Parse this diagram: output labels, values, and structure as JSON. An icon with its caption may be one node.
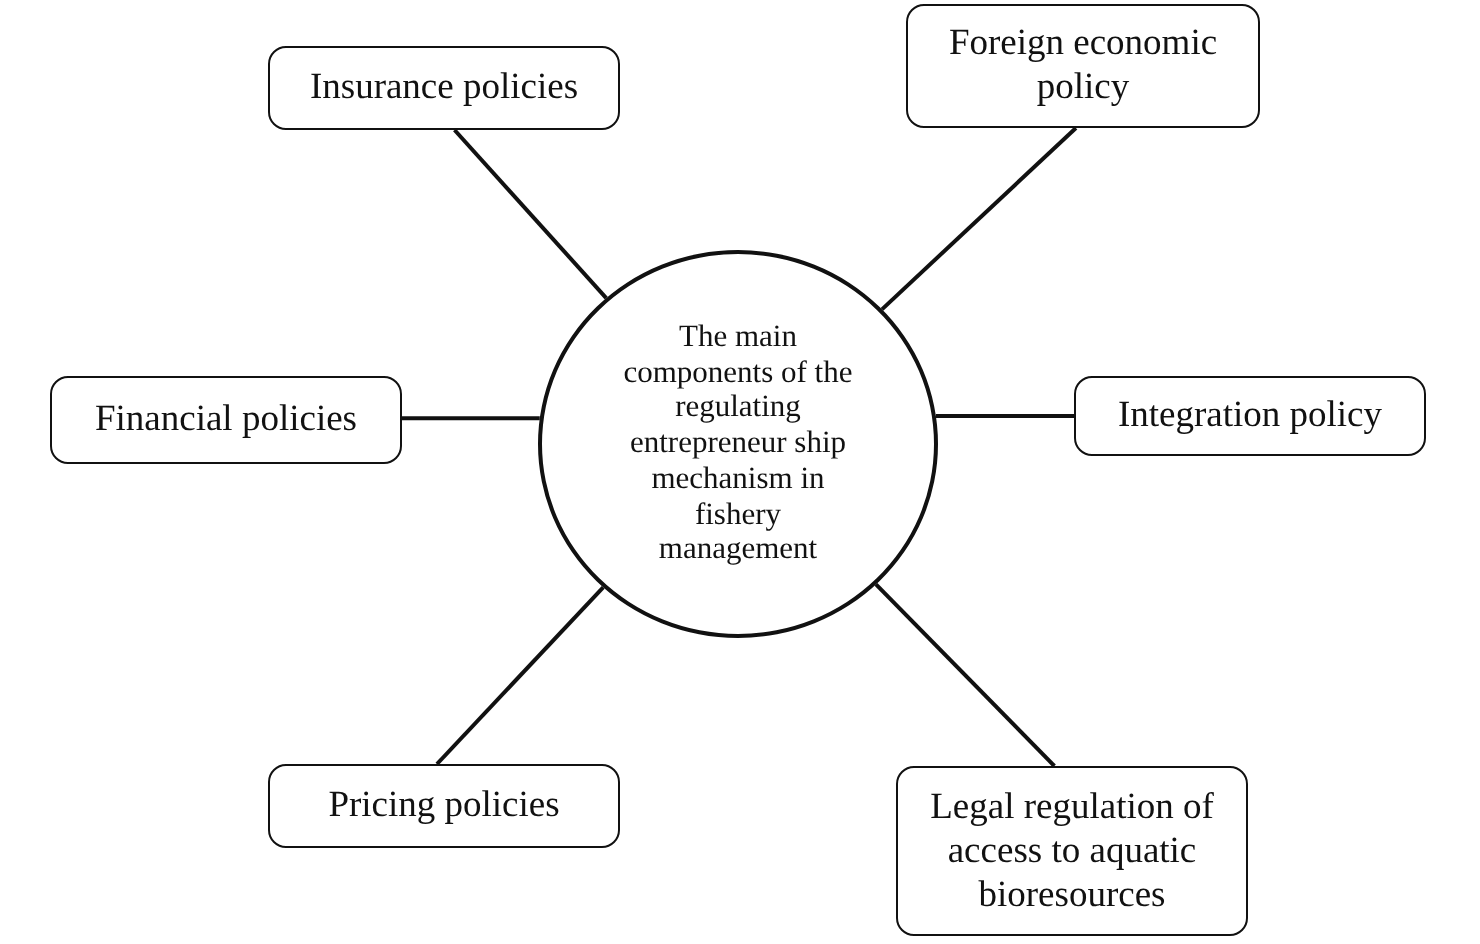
{
  "diagram": {
    "nodes": [
      {
        "text": [
          "Insurance policies"
        ]
      },
      {
        "text": [
          "Foreign economic policy"
        ]
      },
      {
        "text": [
          "The main components of the regulating entrepreneur ship mechanism in fishery management"
        ]
      },
      {
        "text": [
          "Financial policies"
        ]
      },
      {
        "text": [
          "Integration policy"
        ]
      },
      {
        "text": [
          "Pricing policies"
        ]
      },
      {
        "text": [
          "Legal regulation of access to aquatic bioresources"
        ]
      }
    ],
    "edges": [
      {
        "from": 2,
        "to": 0,
        "arrow": "none"
      },
      {
        "from": 2,
        "to": 1,
        "arrow": "none"
      },
      {
        "from": 2,
        "to": 3,
        "arrow": "none"
      },
      {
        "from": 2,
        "to": 4,
        "arrow": "none"
      },
      {
        "from": 2,
        "to": 5,
        "arrow": "none"
      },
      {
        "from": 2,
        "to": 6,
        "arrow": "none"
      }
    ]
  }
}
